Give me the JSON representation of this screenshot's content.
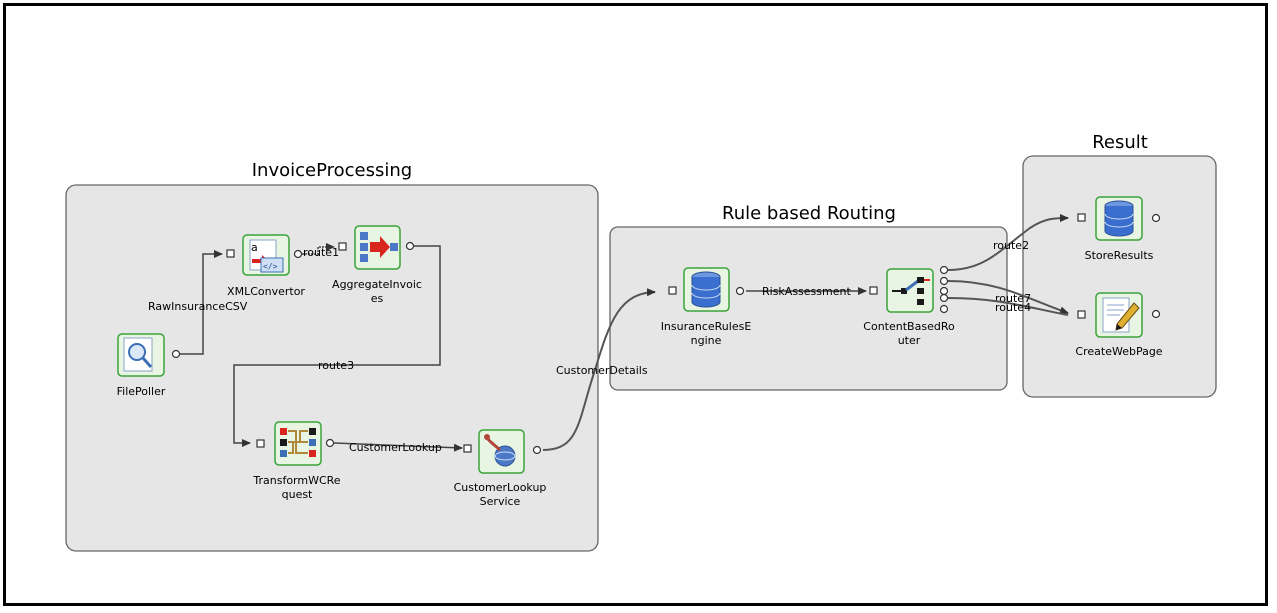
{
  "groups": {
    "invoice": "InvoiceProcessing",
    "rule": "Rule based Routing",
    "result": "Result"
  },
  "nodes": {
    "xml": [
      "XMLConvertor"
    ],
    "aggregate": [
      "AggregateInvoic",
      "es"
    ],
    "filepoller": [
      "FilePoller"
    ],
    "transform": [
      "TransformWCRe",
      "quest"
    ],
    "lookup": [
      "CustomerLookup",
      "Service"
    ],
    "rules": [
      "InsuranceRulesE",
      "ngine"
    ],
    "router": [
      "ContentBasedRo",
      "uter"
    ],
    "store": [
      "StoreResults"
    ],
    "web": [
      "CreateWebPage"
    ]
  },
  "connections": {
    "route1": "route1",
    "raw": "RawInsuranceCSV",
    "route3": "route3",
    "customerLookup": "CustomerLookup",
    "customerDetails": "CustomerDetails",
    "risk": "RiskAssessment",
    "route2": "route2",
    "route7": "route7",
    "route4": "route4"
  },
  "icons": {
    "xml": "xml-convert-icon",
    "aggregate": "aggregate-icon",
    "filepoller": "magnifier-file-icon",
    "transform": "transform-grid-icon",
    "lookup": "service-lookup-icon",
    "rules": "database-icon",
    "router": "switch-router-icon",
    "store": "database-icon",
    "web": "web-page-pen-icon"
  },
  "colors": {
    "icon_border": "#3aa33a",
    "group_fill": "#e6e6e6",
    "database": "#3a6fd0"
  }
}
